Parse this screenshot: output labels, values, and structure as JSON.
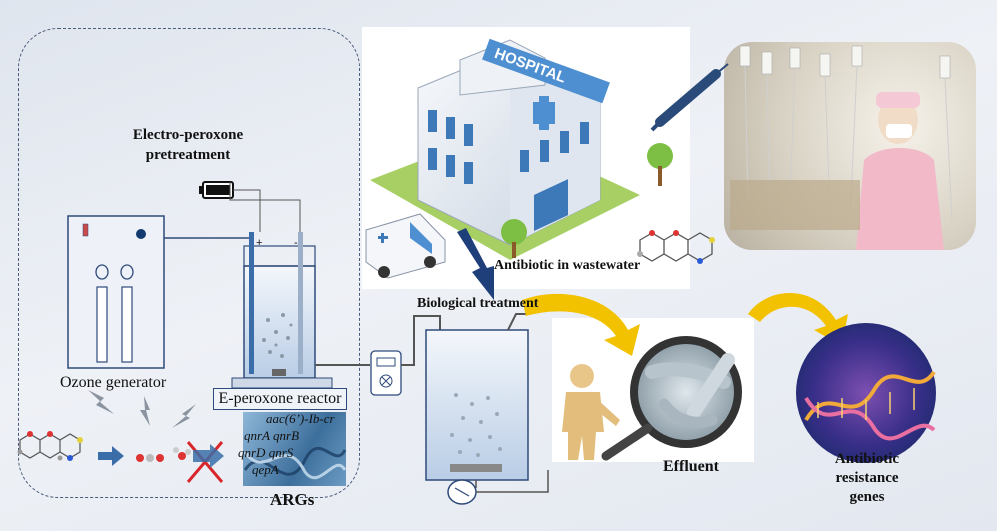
{
  "labels": {
    "pretreatment": "Electro-peroxone\npretreatment",
    "ozone_generator": "Ozone generator",
    "reactor": "E-peroxone reactor",
    "args": "ARGs",
    "hospital_sign": "HOSPITAL",
    "antibiotic_wastewater": "Antibiotic in wastewater",
    "biological_treatment": "Biological treatment",
    "effluent": "Effluent",
    "resistance_genes": "Antibiotic resistance\ngenes",
    "plus": "+",
    "minus": "-"
  },
  "genes": [
    "aac(6’)-Ib-cr",
    "qnrA  qnrB",
    "qnrD  qnrS",
    "qepA"
  ],
  "colors": {
    "frame": "#4a5a7a",
    "arrow_yellow": "#f2c200",
    "arrow_blue": "#3b6ea8",
    "cross_red": "#d8262b"
  }
}
